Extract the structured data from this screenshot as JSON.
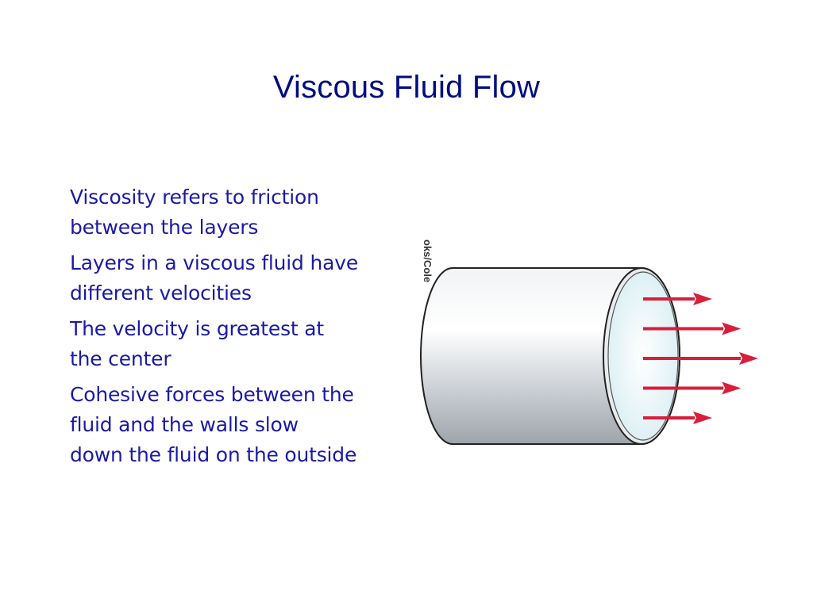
{
  "slide": {
    "title": "Viscous Fluid Flow",
    "bullets": [
      {
        "lines": [
          "Viscosity refers to friction",
          "between the layers"
        ]
      },
      {
        "lines": [
          "Layers in a viscous fluid have",
          "different velocities"
        ]
      },
      {
        "lines": [
          "The velocity is greatest at",
          "the center"
        ]
      },
      {
        "lines": [
          "Cohesive forces between the",
          "fluid and the walls slow",
          "down the fluid on the outside"
        ]
      }
    ]
  },
  "diagram": {
    "credit_fragment": "oks/Cole",
    "arrow_color": "#d81e3a",
    "arrow_relative_speeds": [
      0.6,
      0.85,
      1.0,
      0.85,
      0.6
    ]
  },
  "colors": {
    "title": "#000d80",
    "body_text": "#1a1aa6"
  }
}
